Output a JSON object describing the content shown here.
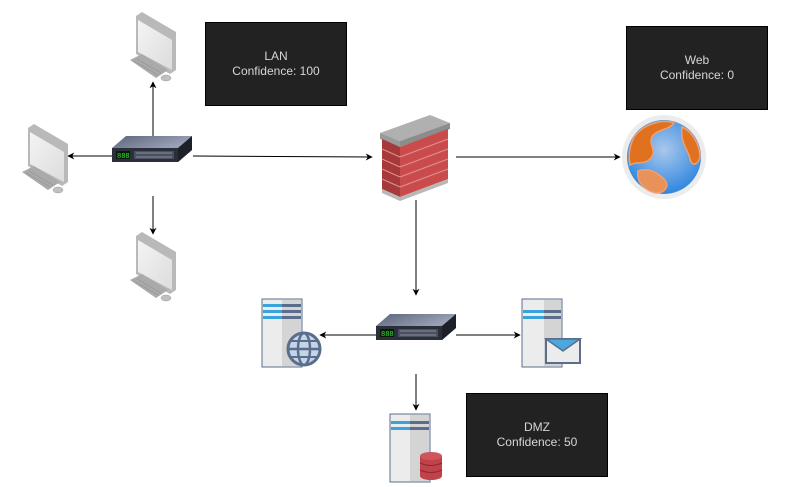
{
  "diagram": {
    "labels": {
      "lan": {
        "title": "LAN",
        "confidence": "Confidence: 100"
      },
      "web": {
        "title": "Web",
        "confidence": "Confidence: 0"
      },
      "dmz": {
        "title": "DMZ",
        "confidence": "Confidence: 50"
      }
    },
    "nodes": [
      {
        "id": "lan-switch",
        "type": "switch-icon"
      },
      {
        "id": "pc-top",
        "type": "desktop-computer-icon"
      },
      {
        "id": "pc-left",
        "type": "desktop-computer-icon"
      },
      {
        "id": "pc-bottom",
        "type": "desktop-computer-icon"
      },
      {
        "id": "firewall",
        "type": "firewall-icon"
      },
      {
        "id": "internet",
        "type": "globe-icon"
      },
      {
        "id": "dmz-switch",
        "type": "switch-icon"
      },
      {
        "id": "web-server",
        "type": "web-server-icon"
      },
      {
        "id": "mail-server",
        "type": "mail-server-icon"
      },
      {
        "id": "db-server",
        "type": "database-server-icon"
      }
    ],
    "edges": [
      {
        "from": "lan-switch",
        "to": "pc-top"
      },
      {
        "from": "lan-switch",
        "to": "pc-left"
      },
      {
        "from": "lan-switch",
        "to": "pc-bottom"
      },
      {
        "from": "lan-switch",
        "to": "firewall"
      },
      {
        "from": "firewall",
        "to": "internet"
      },
      {
        "from": "firewall",
        "to": "dmz-switch"
      },
      {
        "from": "dmz-switch",
        "to": "web-server"
      },
      {
        "from": "dmz-switch",
        "to": "mail-server"
      },
      {
        "from": "dmz-switch",
        "to": "db-server"
      }
    ],
    "colors": {
      "label_bg": "#222222",
      "label_text": "#d6d6d6",
      "edge": "#000000"
    }
  }
}
